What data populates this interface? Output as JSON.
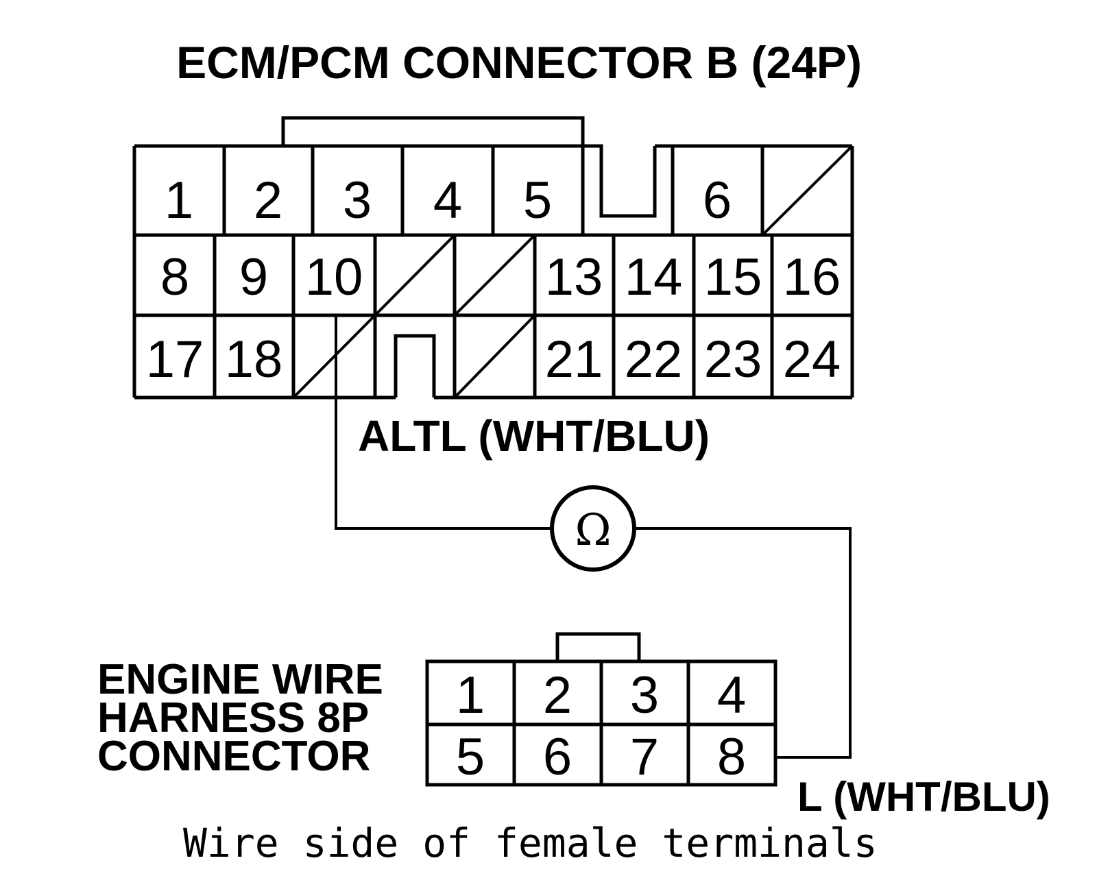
{
  "ecm": {
    "title": "ECM/PCM CONNECTOR B (24P)",
    "row1": [
      "1",
      "2",
      "3",
      "4",
      "5",
      "",
      "6",
      ""
    ],
    "row2": [
      "8",
      "9",
      "10",
      "",
      "",
      "13",
      "14",
      "15",
      "16"
    ],
    "row3": [
      "17",
      "18",
      "",
      "",
      "",
      "21",
      "22",
      "23",
      "24"
    ],
    "terminal_label": "ALTL (WHT/BLU)"
  },
  "meter": {
    "symbol": "Ω",
    "icon": "ohmmeter-icon"
  },
  "harness": {
    "title_lines": [
      "ENGINE WIRE",
      "HARNESS 8P",
      "CONNECTOR"
    ],
    "row1": [
      "1",
      "2",
      "3",
      "4"
    ],
    "row2": [
      "5",
      "6",
      "7",
      "8"
    ],
    "terminal_label": "L (WHT/BLU)"
  },
  "caption": "Wire side of female terminals"
}
